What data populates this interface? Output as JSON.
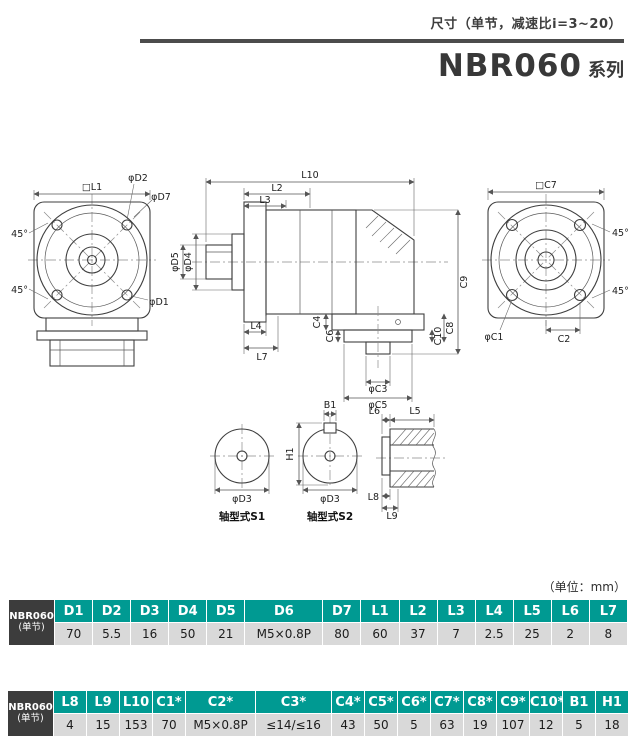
{
  "header": {
    "caption": "尺寸（单节，减速比i=3~20）",
    "series": "NBR060",
    "series_suffix": "系列"
  },
  "unit_note": "（单位：mm）",
  "colors": {
    "teal": "#009a92",
    "dark_header": "#3c3c3c",
    "value_row": "#d9d9d9",
    "rule": "#4c4c4c"
  },
  "drawing": {
    "labels": {
      "l1": "□L1",
      "d2": "φD2",
      "d7": "φD7",
      "d1": "φD1",
      "angle45": "45°",
      "l10": "L10",
      "l2": "L2",
      "l3": "L3",
      "l4": "L4",
      "l7": "L7",
      "d4": "φD4",
      "d5": "φD5",
      "c4": "C4",
      "c6": "C6",
      "c3": "φC3",
      "c5": "φC5",
      "c10": "C10",
      "c8": "C8",
      "c9": "C9",
      "c7": "□C7",
      "c1": "φC1",
      "c2": "C2",
      "b1": "B1",
      "h1": "H1",
      "d3": "φD3",
      "s1_caption": "轴型式S1",
      "s2_caption": "轴型式S2",
      "l6": "L6",
      "l5": "L5",
      "l8": "L8",
      "l9": "L9"
    }
  },
  "table1": {
    "row_header": "NBR060",
    "row_header_sub": "(单节)",
    "columns": [
      "D1",
      "D2",
      "D3",
      "D4",
      "D5",
      "D6",
      "D7",
      "L1",
      "L2",
      "L3",
      "L4",
      "L5",
      "L6",
      "L7"
    ],
    "values": [
      "70",
      "5.5",
      "16",
      "50",
      "21",
      "M5×0.8P",
      "80",
      "60",
      "37",
      "7",
      "2.5",
      "25",
      "2",
      "8"
    ]
  },
  "table2": {
    "row_header": "NBR060",
    "row_header_sub": "(单节)",
    "columns": [
      "L8",
      "L9",
      "L10",
      "C1*",
      "C2*",
      "C3*",
      "C4*",
      "C5*",
      "C6*",
      "C7*",
      "C8*",
      "C9*",
      "C10*",
      "B1",
      "H1"
    ],
    "values": [
      "4",
      "15",
      "153",
      "70",
      "M5×0.8P",
      "≤14/≤16",
      "43",
      "50",
      "5",
      "63",
      "19",
      "107",
      "12",
      "5",
      "18"
    ]
  }
}
